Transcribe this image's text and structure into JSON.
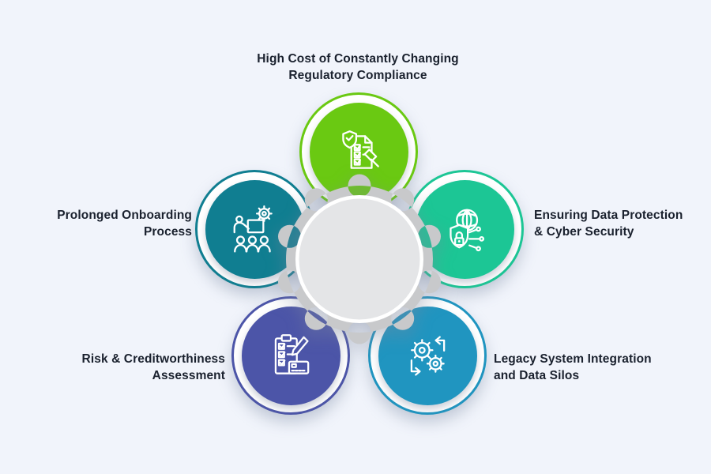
{
  "background_color": "#F1F4FB",
  "center": {
    "shape": "gear-circle",
    "gear_fill": "#C8C9CB",
    "ring_fill": "#FFFFFF",
    "inner_fill": "#E4E5E7"
  },
  "items": [
    {
      "id": "regulatory-compliance",
      "label_lines": [
        "High Cost of Constantly Changing",
        "Regulatory Compliance"
      ],
      "color": "#6AC912",
      "icon": "compliance-checklist-shield-gavel-icon",
      "position": "top"
    },
    {
      "id": "prolonged-onboarding",
      "label_lines": [
        "Prolonged Onboarding",
        "Process"
      ],
      "color": "#107E91",
      "icon": "training-presenter-people-gear-icon",
      "position": "left"
    },
    {
      "id": "data-protection",
      "label_lines": [
        "Ensuring Data Protection",
        "& Cyber Security"
      ],
      "color": "#1CC695",
      "icon": "globe-shield-padlock-circuit-icon",
      "position": "right"
    },
    {
      "id": "risk-assessment",
      "label_lines": [
        "Risk & Creditworthiness",
        "Assessment"
      ],
      "color": "#4C55A8",
      "icon": "clipboard-checklist-pencil-card-icon",
      "position": "bottom-left"
    },
    {
      "id": "legacy-integration",
      "label_lines": [
        "Legacy System Integration",
        "and Data Silos"
      ],
      "color": "#2095C0",
      "icon": "gears-sync-arrows-icon",
      "position": "bottom-right"
    }
  ],
  "text_color": "#1A212E"
}
